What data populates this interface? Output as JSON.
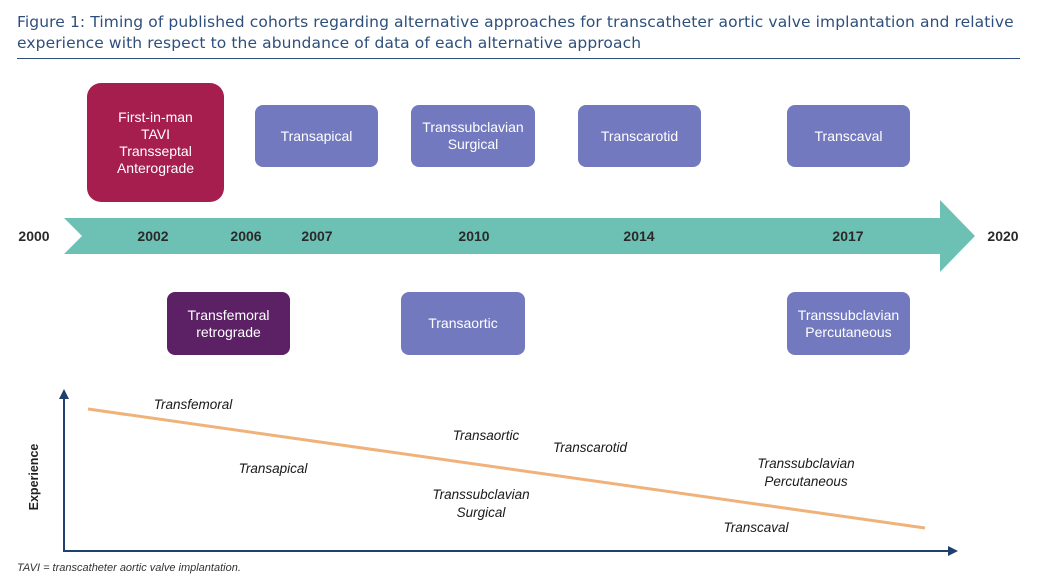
{
  "title": "Figure 1: Timing of published cohorts regarding alternative approaches for transcatheter aortic valve implantation and relative experience with respect to the abundance of data of each alternative approach",
  "timeline": {
    "start_label": "2000",
    "end_label": "2020",
    "years": [
      "2002",
      "2006",
      "2007",
      "2010",
      "2014",
      "2017"
    ],
    "top_boxes": [
      {
        "label": "First-in-man\nTAVI\nTransseptal\nAnterograde"
      },
      {
        "label": "Transapical"
      },
      {
        "label": "Transsubclavian\nSurgical"
      },
      {
        "label": "Transcarotid"
      },
      {
        "label": "Transcaval"
      }
    ],
    "bottom_boxes": [
      {
        "label": "Transfemoral\nretrograde"
      },
      {
        "label": "Transaortic"
      },
      {
        "label": "Transsubclavian\nPercutaneous"
      }
    ]
  },
  "experience": {
    "y_axis_label": "Experience",
    "labels": [
      {
        "text": "Transfemoral"
      },
      {
        "text": "Transaortic"
      },
      {
        "text": "Transcarotid"
      },
      {
        "text": "Transapical"
      },
      {
        "text": "Transsubclavian\nPercutaneous"
      },
      {
        "text": "Transsubclavian\nSurgical"
      },
      {
        "text": "Transcaval"
      }
    ]
  },
  "footnote": "TAVI = transcatheter aortic valve implantation.",
  "colors": {
    "arrow": "#6cc1b4",
    "box_blue": "#7279bf",
    "box_crimson": "#a61e4d",
    "box_purple": "#5b2164",
    "trend_line": "#eeb27a",
    "axis": "#1f3f6e",
    "title": "#2e4f7c"
  }
}
